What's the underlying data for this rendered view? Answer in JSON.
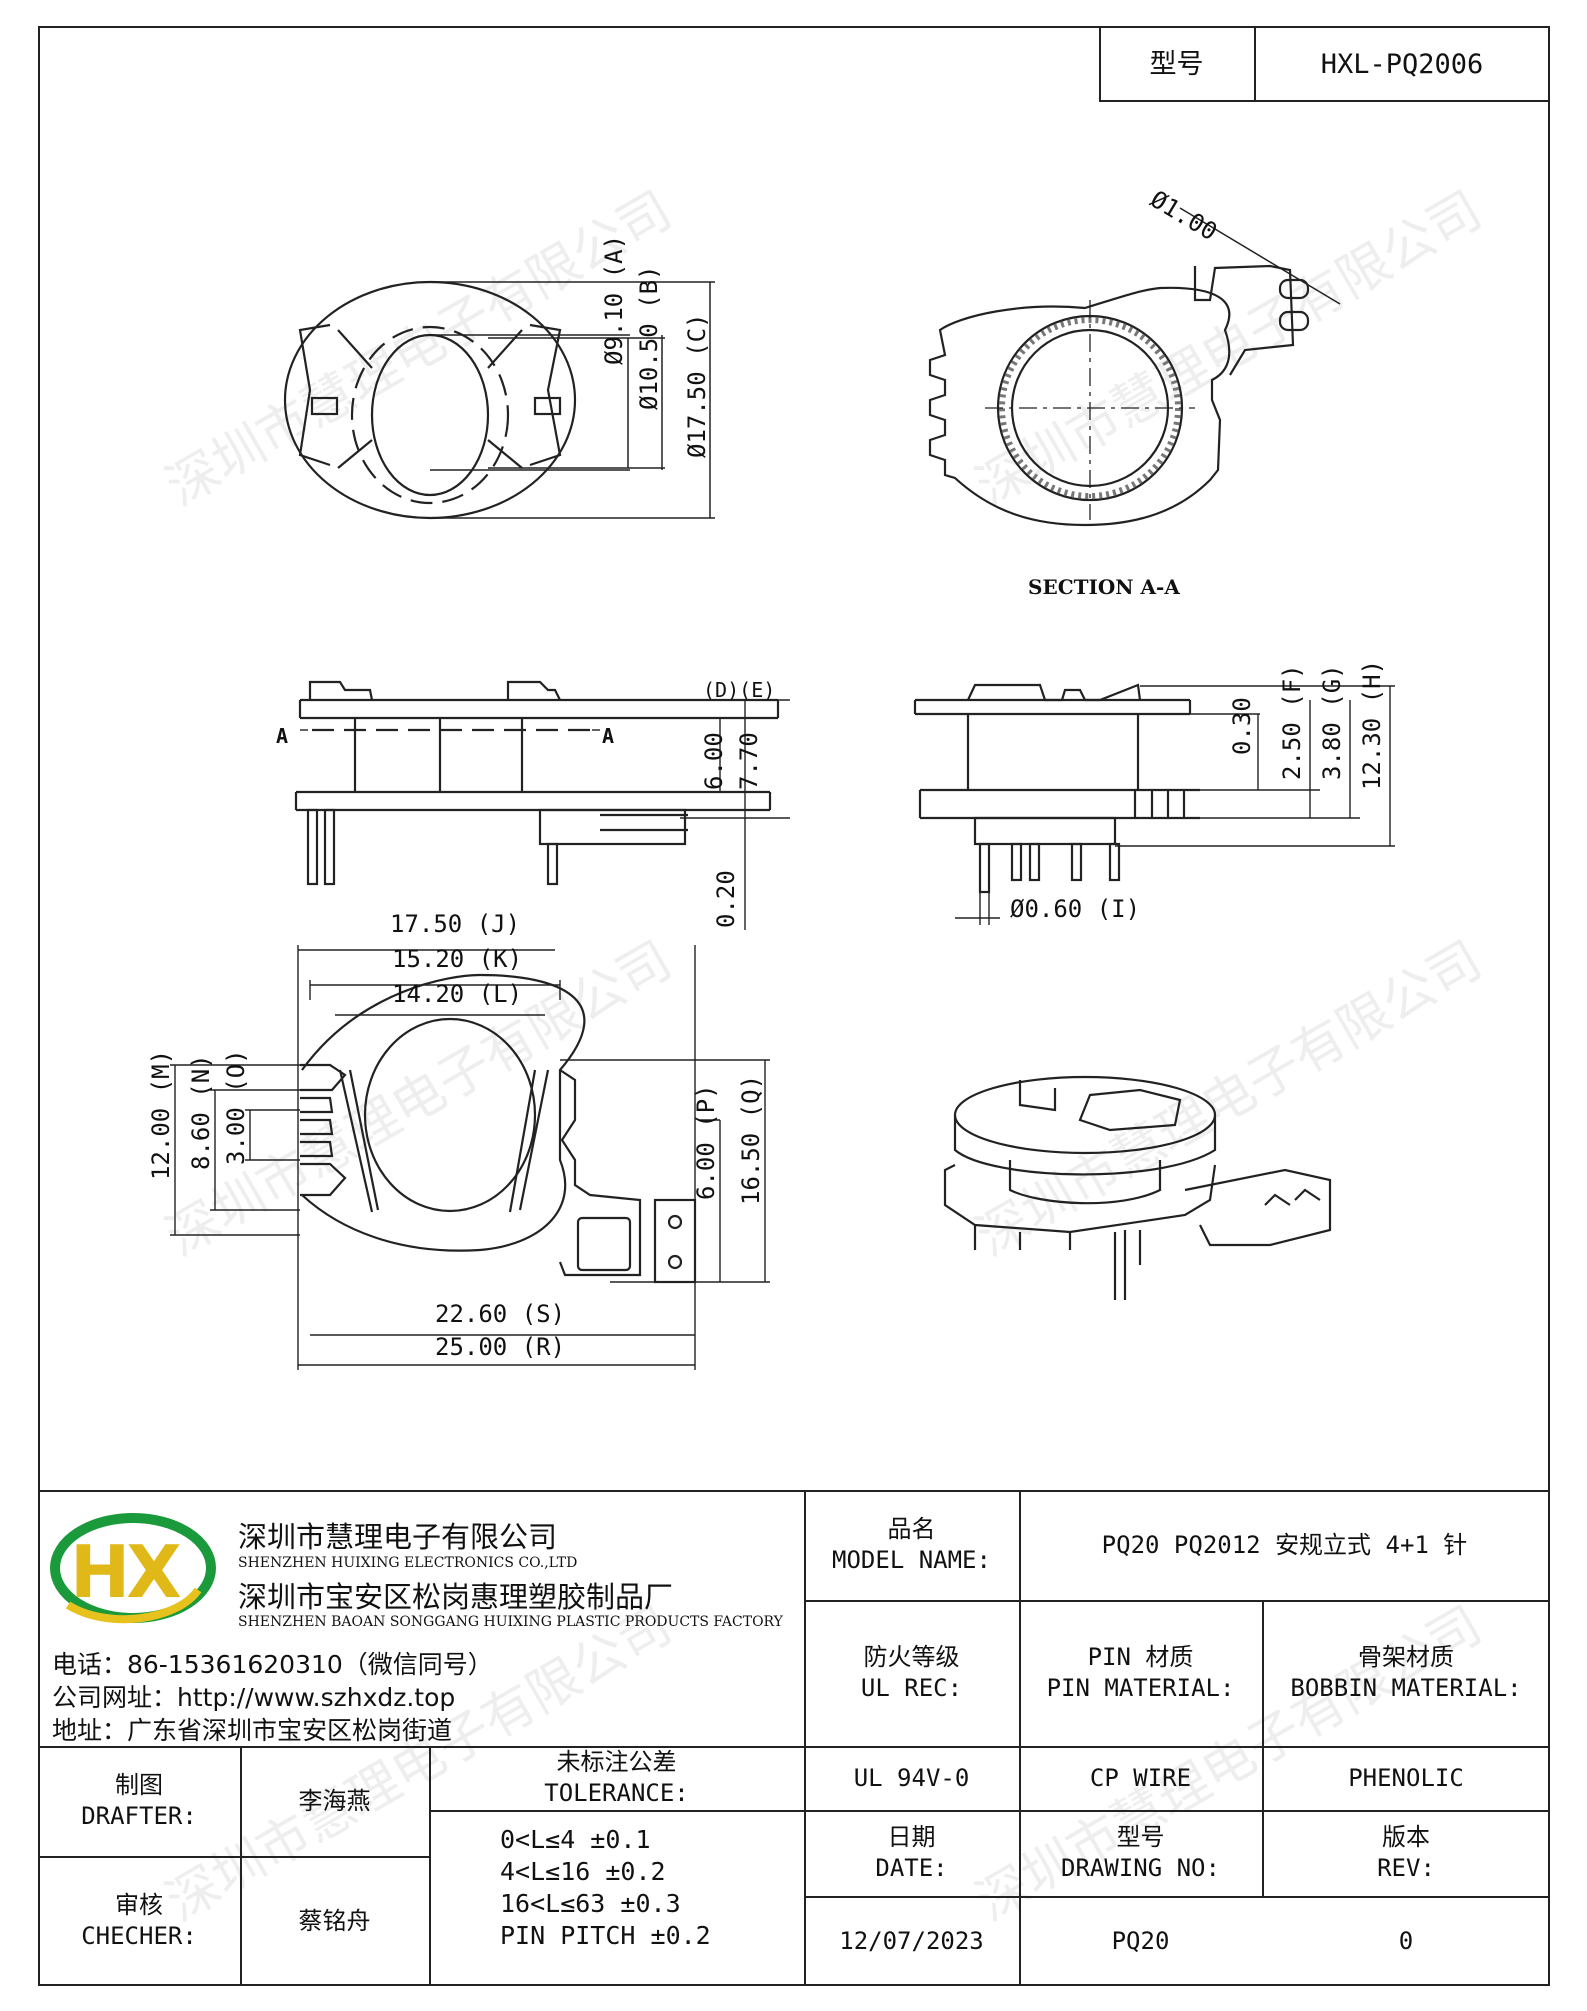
{
  "header": {
    "model_label": "型号",
    "model_value": "HXL-PQ2006"
  },
  "watermark": "深圳市慧理电子有限公司",
  "drawing": {
    "top_left_dims": [
      "Ø9.10",
      "Ø10.50",
      "Ø17.50"
    ],
    "top_left_dim_refs": [
      "A",
      "B",
      "C"
    ],
    "top_right_dim": "Ø1.00",
    "section_label": "SECTION A-A",
    "mid_left_dims": [
      "6.00",
      "7.70",
      "0.20"
    ],
    "mid_left_refs": [
      "D",
      "E"
    ],
    "section_marks": [
      "A",
      "A"
    ],
    "mid_right_dims": [
      "0.30",
      "2.50",
      "3.80",
      "12.30"
    ],
    "mid_right_refs": [
      "F",
      "G",
      "H"
    ],
    "pin_dim": "Ø0.60",
    "pin_ref": "I",
    "bottom_widths": [
      "17.50",
      "15.20",
      "14.20"
    ],
    "bottom_width_refs": [
      "J",
      "K",
      "L"
    ],
    "bottom_heights_left": [
      "12.00",
      "8.60",
      "3.00"
    ],
    "bottom_heights_left_refs": [
      "M",
      "N",
      "O"
    ],
    "bottom_heights_right": [
      "6.00",
      "16.50"
    ],
    "bottom_heights_right_refs": [
      "P",
      "Q"
    ],
    "bottom_lengths": [
      "22.60",
      "25.00"
    ],
    "bottom_length_refs": [
      "S",
      "R"
    ]
  },
  "title_block": {
    "logo_text": "HX",
    "company_cn": "深圳市慧理电子有限公司",
    "company_en": "SHENZHEN HUIXING ELECTRONICS CO.,LTD",
    "factory_cn": "深圳市宝安区松岗惠理塑胶制品厂",
    "factory_en": "SHENZHEN BAOAN SONGGANG HUIXING PLASTIC PRODUCTS FACTORY",
    "phone": "电话：86-15361620310（微信同号）",
    "website": "公司网址：http://www.szhxdz.top",
    "address": "地址：广东省深圳市宝安区松岗街道",
    "model_name_cn": "品名",
    "model_name_en": "MODEL NAME:",
    "model_name_value": "PQ20 PQ2012 安规立式 4+1 针",
    "ul_cn": "防火等级",
    "ul_en": "UL REC:",
    "pin_mat_cn": "PIN 材质",
    "pin_mat_en": "PIN MATERIAL:",
    "bobbin_mat_cn": "骨架材质",
    "bobbin_mat_en": "BOBBIN MATERIAL:",
    "ul_value": "UL 94V-0",
    "pin_value": "CP WIRE",
    "bobbin_value": "PHENOLIC",
    "drafter_cn": "制图",
    "drafter_en": "DRAFTER:",
    "drafter_name": "李海燕",
    "checker_cn": "审核",
    "checker_en": "CHECHER:",
    "checker_name": "蔡铭舟",
    "tolerance_cn": "未标注公差",
    "tolerance_en": "TOLERANCE:",
    "tolerances": [
      "0<L≤4  ±0.1",
      "4<L≤16 ±0.2",
      "16<L≤63 ±0.3",
      "PIN PITCH ±0.2"
    ],
    "date_cn": "日期",
    "date_en": "DATE:",
    "date_value": "12/07/2023",
    "drawing_no_cn": "型号",
    "drawing_no_en": "DRAWING NO:",
    "drawing_no_value": "PQ20",
    "rev_cn": "版本",
    "rev_en": "REV:",
    "rev_value": "0"
  }
}
